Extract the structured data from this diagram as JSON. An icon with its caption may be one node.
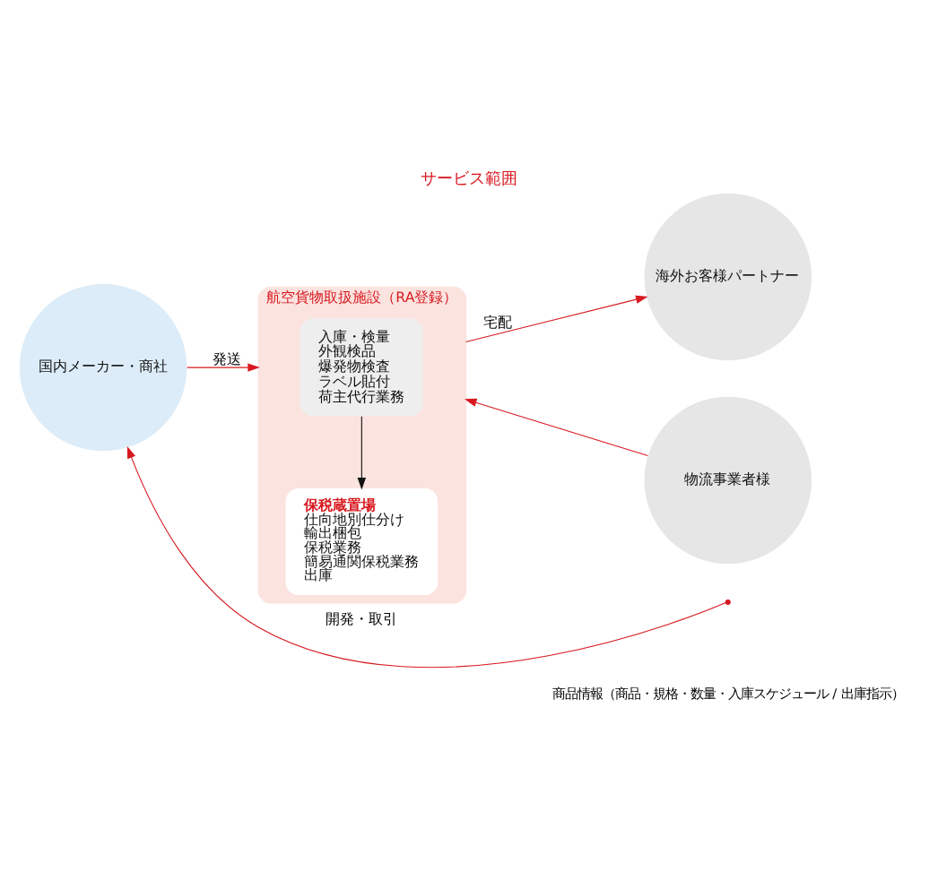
{
  "diagram": {
    "title": "サービス範囲",
    "nodes": [
      {
        "text": [
          "航空貨物取扱施設（RA登録）"
        ]
      },
      {
        "text": [
          "入庫・検量",
          "外観検品",
          "爆発物検査",
          "ラベル貼付",
          "荷主代行業務"
        ],
        "in": 0
      },
      {
        "text": [
          "保税蔵置場",
          "仕向地別仕分け",
          "輸出梱包",
          "保税業務",
          "簡易通関保税業務",
          "出庫"
        ],
        "in": 0
      },
      {
        "text": [
          "国内メーカー・商社"
        ]
      },
      {
        "text": [
          "海外お客様パートナー"
        ]
      },
      {
        "text": [
          "物流事業者様"
        ]
      }
    ],
    "edges": [
      {
        "from": 3,
        "to": 0,
        "arrow": "to",
        "label": "発送",
        "color": "#d7181f"
      },
      {
        "from": 0,
        "to": 4,
        "arrow": "to",
        "label": "宅配",
        "color": "#d7181f"
      },
      {
        "from": 1,
        "to": 2,
        "arrow": "to",
        "color": "#111111"
      },
      {
        "from": 5,
        "to": 0,
        "arrow": "to",
        "color": "#d7181f"
      },
      {
        "from": null,
        "to": 3,
        "arrow": "to",
        "label": "開発・取引",
        "color": "#d7181f"
      }
    ],
    "labels": [
      "商品情報（商品・規格・数量・入庫スケジュール / 出庫指示）"
    ]
  }
}
